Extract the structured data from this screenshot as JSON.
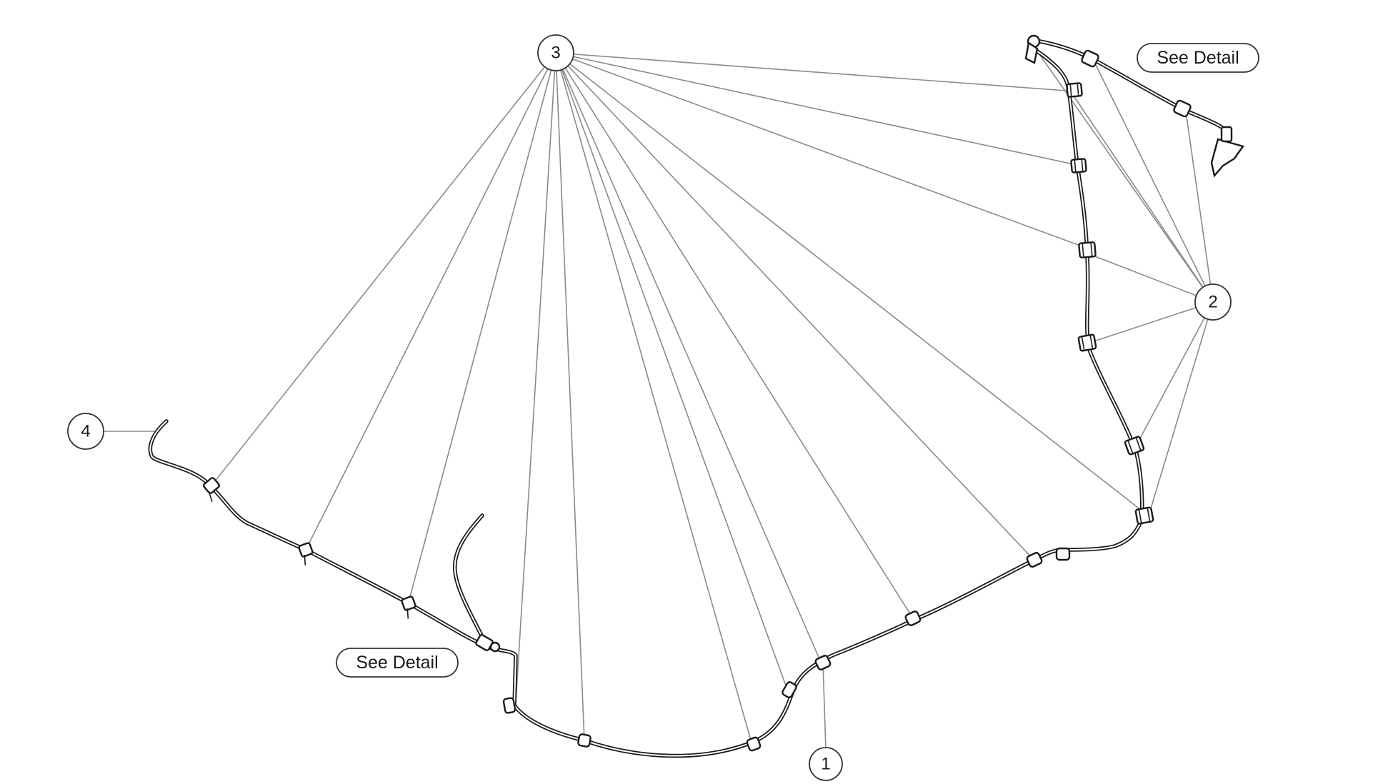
{
  "balloons": {
    "item_1": "1",
    "item_2": "2",
    "item_3": "3",
    "item_4": "4"
  },
  "callouts": {
    "detail_top_right": "See Detail",
    "detail_bottom_left": "See Detail"
  },
  "colors": {
    "line_art": "#1a1a1a",
    "leader_lines": "#8a8a8a",
    "background": "#ffffff"
  }
}
